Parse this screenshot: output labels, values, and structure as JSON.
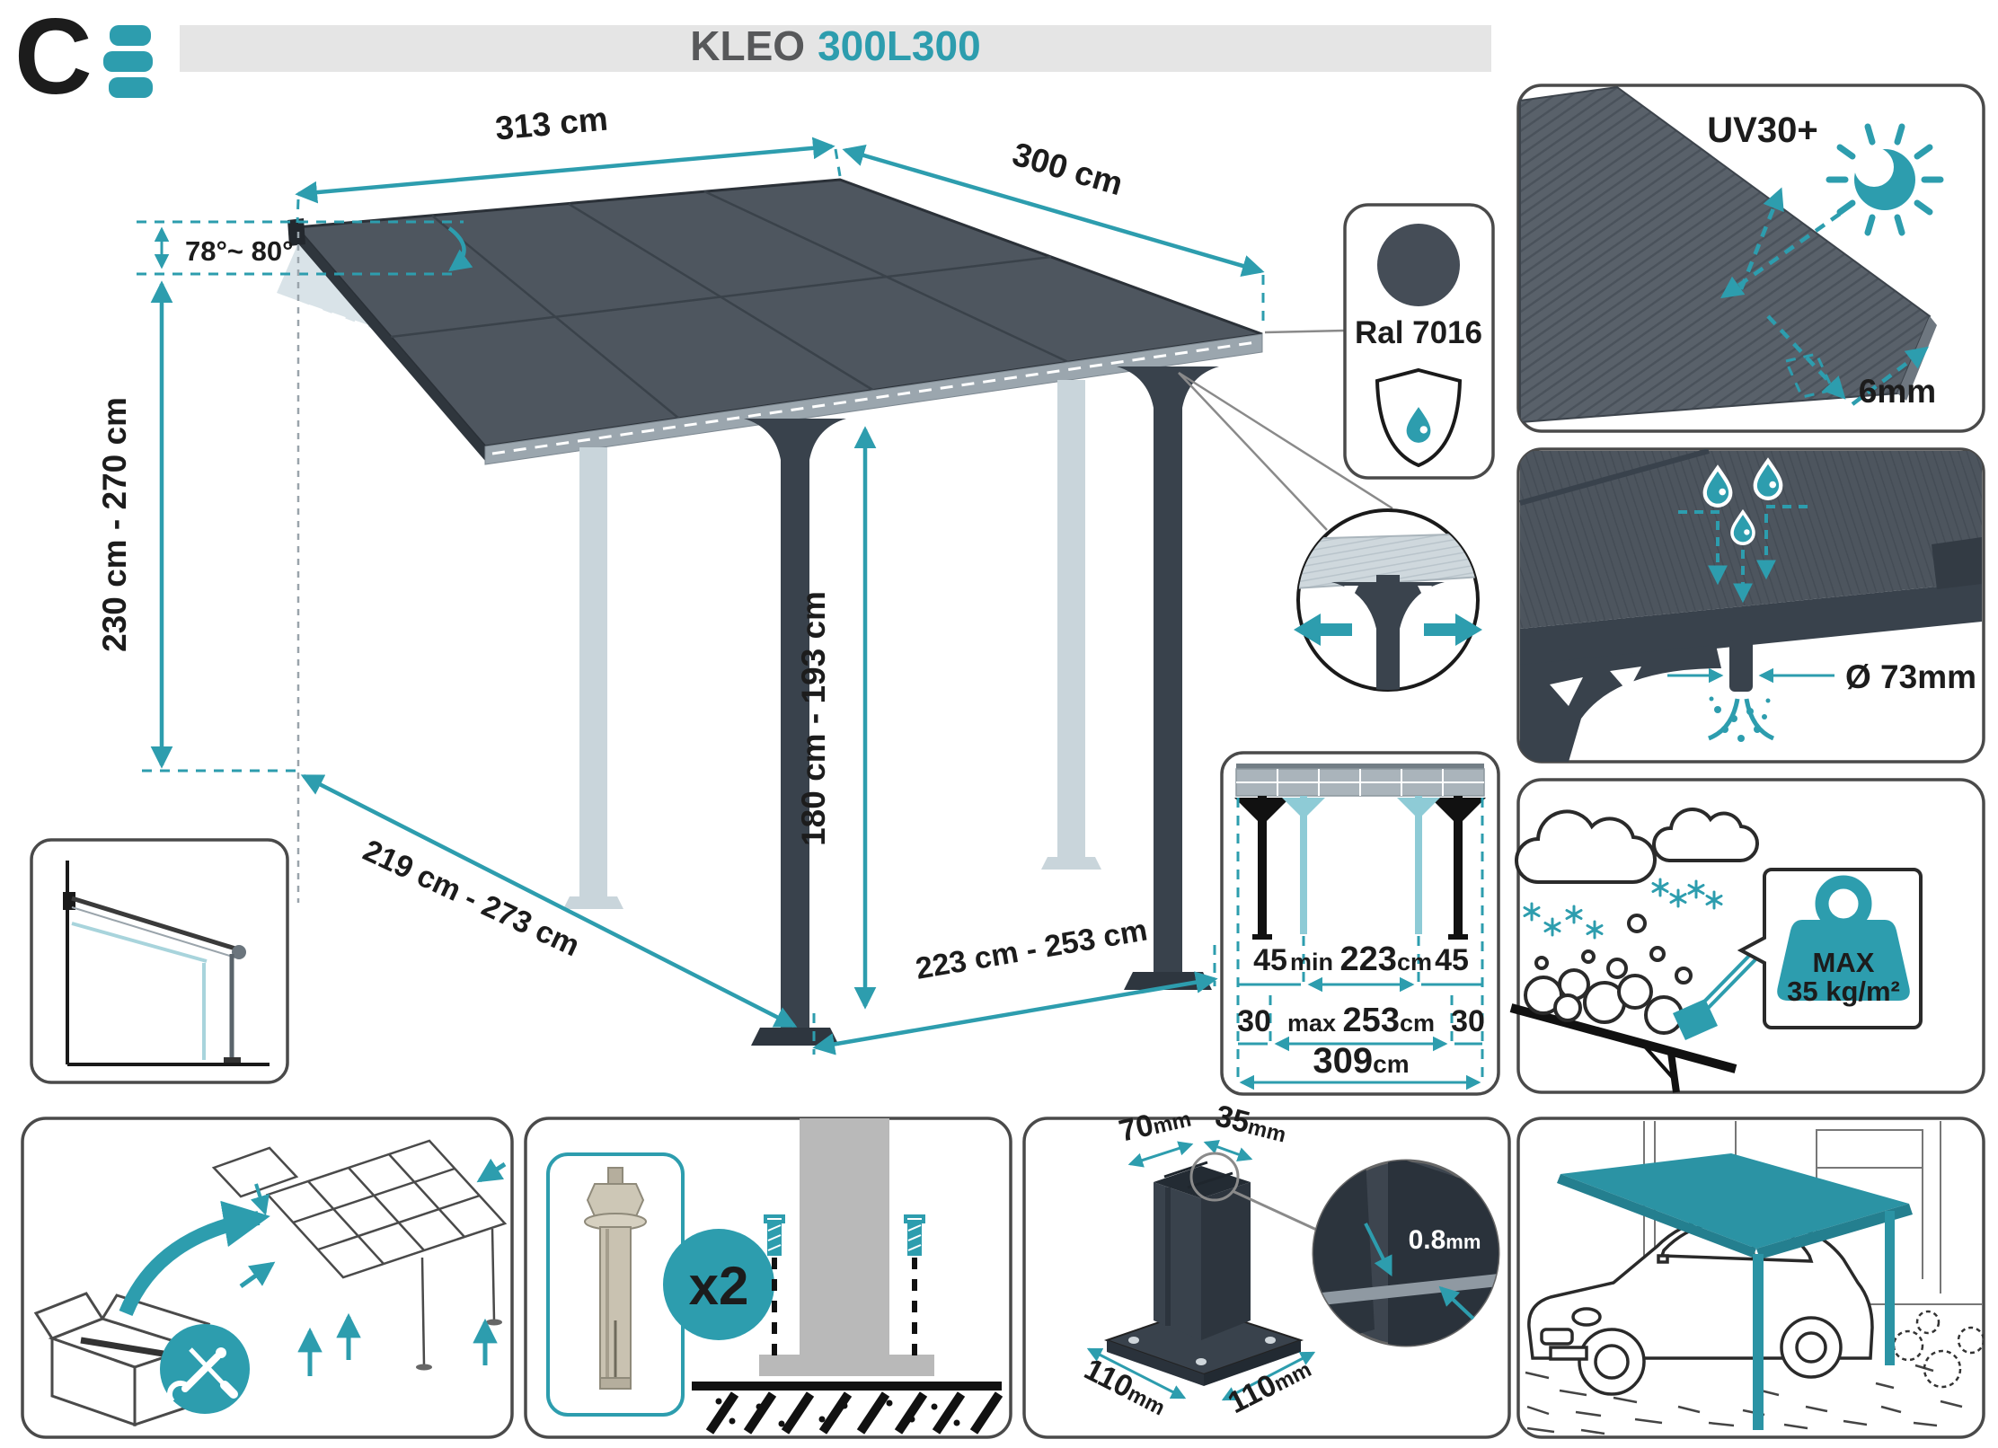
{
  "header": {
    "brand_letter": "C",
    "title": "KLEO",
    "model": "300L300"
  },
  "dimensions": {
    "roof_width": "313 cm",
    "roof_depth": "300 cm",
    "angle": "78°~ 80°",
    "wall_height": "230 cm - 270 cm",
    "post_height": "180 cm - 193 cm",
    "ground_depth": "219 cm - 273 cm",
    "ground_width": "223 cm - 253 cm"
  },
  "ral": {
    "label": "Ral 7016"
  },
  "uv_panel": {
    "label": "UV30+",
    "thickness": "6mm"
  },
  "drain_panel": {
    "diameter": "Ø 73mm"
  },
  "snow_panel": {
    "max": "MAX",
    "load": "35 kg/m²"
  },
  "front_view": {
    "offset_left": "45",
    "min_label": "min ",
    "min_value": "223",
    "min_unit": "cm",
    "offset_right": "45",
    "margin_left": "30",
    "max_label": "max ",
    "max_value": "253",
    "max_unit": "cm",
    "margin_right": "30",
    "total_value": "309",
    "total_unit": "cm"
  },
  "anchor_panel": {
    "quantity": "x2"
  },
  "base_panel": {
    "depth": "70",
    "depth_unit": "mm",
    "width": "35",
    "width_unit": "mm",
    "wall": "0.8",
    "wall_unit": "mm",
    "plate_left": "110",
    "plate_left_unit": "mm",
    "plate_right": "110",
    "plate_right_unit": "mm"
  },
  "colors": {
    "accent": "#2D9DAE",
    "roof": "#4E565F",
    "frame": "#39424C",
    "ghost": "#C9D5DB",
    "panel_border": "#4A4A4A",
    "band": "#E5E5E5",
    "title_text": "#57585A"
  }
}
